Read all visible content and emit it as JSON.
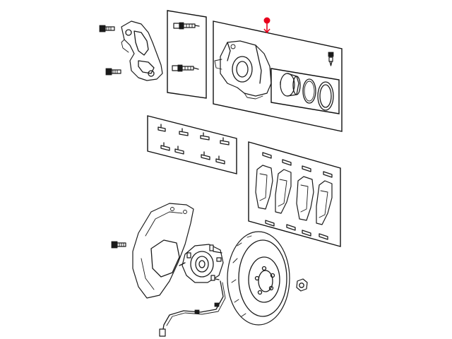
{
  "diagram": {
    "callout": {
      "marker_color": "#e8001c",
      "line_color": "#e8001c",
      "target": "caliper-kit-group"
    },
    "groups": [
      {
        "id": "caliper-bracket-group",
        "icon": "caliper-bracket-icon"
      },
      {
        "id": "guide-pin-kit-group",
        "icon": "guide-pin-icon"
      },
      {
        "id": "caliper-kit-group",
        "icon": "brake-caliper-icon"
      },
      {
        "id": "pad-hardware-kit-group",
        "icon": "clip-icon"
      },
      {
        "id": "brake-pad-kit-group",
        "icon": "brake-pad-icon"
      },
      {
        "id": "rotor-hub-group",
        "icon": "brake-rotor-icon"
      }
    ]
  }
}
